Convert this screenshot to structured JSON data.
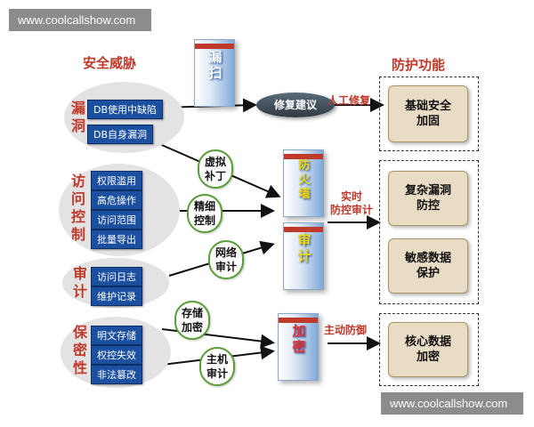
{
  "watermark": "www.coolcallshow.com",
  "headings": {
    "threats": "安全威胁",
    "functions": "防护功能"
  },
  "categories": [
    {
      "label": "漏\n洞",
      "items": [
        "DB使用中缺陷",
        "DB自身漏洞"
      ]
    },
    {
      "label": "访\n问\n控\n制",
      "items": [
        "权限滥用",
        "高危操作",
        "访问范围",
        "批量导出"
      ]
    },
    {
      "label": "审\n计",
      "items": [
        "访问日志",
        "维护记录"
      ]
    },
    {
      "label": "保\n密\n性",
      "items": [
        "明文存储",
        "权控失效",
        "非法篡改"
      ]
    }
  ],
  "products": [
    {
      "name": "漏\n扫"
    },
    {
      "name": "防\n火\n墙"
    },
    {
      "name": "审\n计"
    },
    {
      "name": "加\n密"
    }
  ],
  "clouds": [
    "虚拟\n补丁",
    "精细\n控制",
    "网络\n审计",
    "存储\n加密",
    "主机\n审计"
  ],
  "repair_oval": "修复建议",
  "arrow_labels": {
    "manual_repair": "人工修复",
    "realtime": "实时\n防控审计",
    "active_defense": "主动防御"
  },
  "functions": [
    "基础安全\n加固",
    "复杂漏洞\n防控",
    "敏感数据\n保护",
    "核心数据\n加密"
  ],
  "colors": {
    "accent_red": "#c0392b",
    "tag_blue": "#1b4fa0",
    "cloud_green": "#5a9e3a"
  }
}
